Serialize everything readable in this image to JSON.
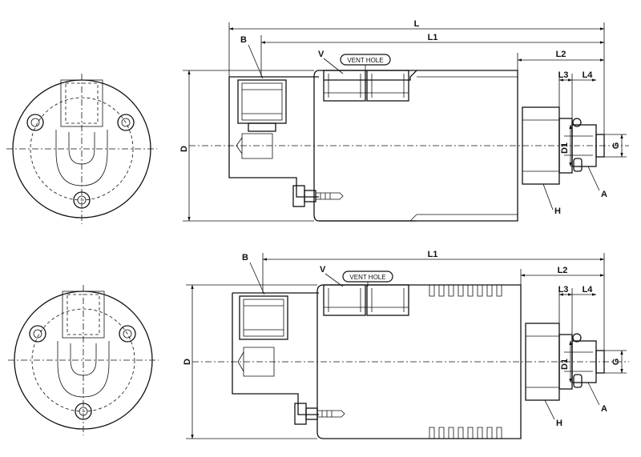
{
  "top_view": {
    "dimensions": {
      "L": "L",
      "L1": "L1",
      "L2": "L2",
      "L3": "L3",
      "L4": "L4",
      "D": "D",
      "D1": "D1",
      "G": "G"
    },
    "callouts": {
      "B": "B",
      "V": "V",
      "vent_hole": "VENT HOLE",
      "H": "H",
      "A": "A"
    }
  },
  "bottom_view": {
    "dimensions": {
      "L1": "L1",
      "L2": "L2",
      "L3": "L3",
      "L4": "L4",
      "D": "D",
      "D1": "D1",
      "G": "G"
    },
    "callouts": {
      "B": "B",
      "V": "V",
      "vent_hole": "VENT HOLE",
      "H": "H",
      "A": "A"
    }
  }
}
